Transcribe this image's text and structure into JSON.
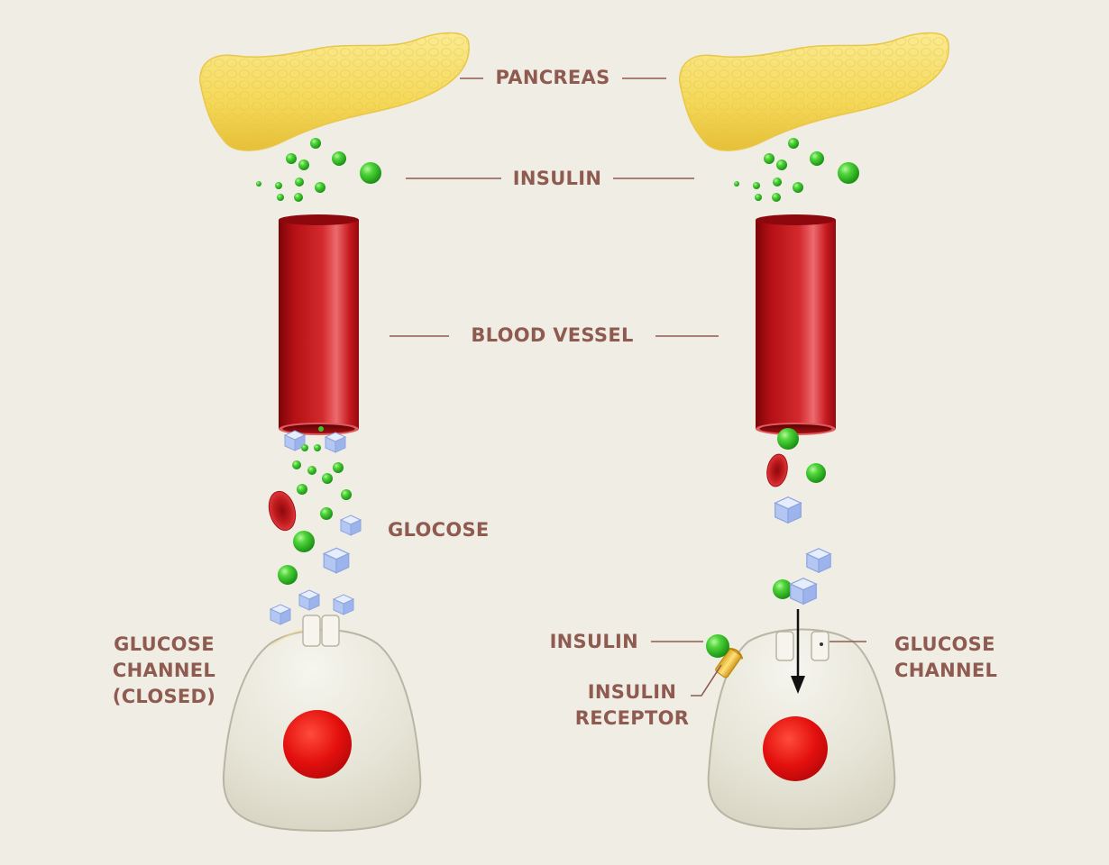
{
  "labels": {
    "pancreas": "PANCREAS",
    "insulin": "INSULIN",
    "blood_vessel": "BLOOD VESSEL",
    "glucose": "GLOCOSE",
    "left_channel": [
      "GLUCOSE",
      "CHANNEL",
      "(CLOSED)"
    ],
    "right_insulin": "INSULIN",
    "right_receptor": [
      "INSULIN",
      "RECEPTOR"
    ],
    "right_channel": [
      "GLUCOSE",
      "CHANNEL"
    ]
  },
  "colors": {
    "background": "#f0ede5",
    "label_text": "#8f5a50",
    "leader_line": "#8f5a50",
    "pancreas": "#f5dd6a",
    "insulin": "#3cc42c",
    "blood_vessel": "#c4161c",
    "red_blood_cell": "#c4161c",
    "glucose_cube": "#b4c6f2",
    "cell_body": "#e8e6d8",
    "nucleus": "#e3100e",
    "receptor": "#f0c23c",
    "channel": "#f4f2ea"
  },
  "icons": {
    "pancreas": "pancreas-organ",
    "insulin": "green-sphere",
    "glucose": "glucose-cube",
    "vessel": "cylinder-tube",
    "cell": "cell-with-nucleus",
    "arrow": "arrow-down"
  }
}
